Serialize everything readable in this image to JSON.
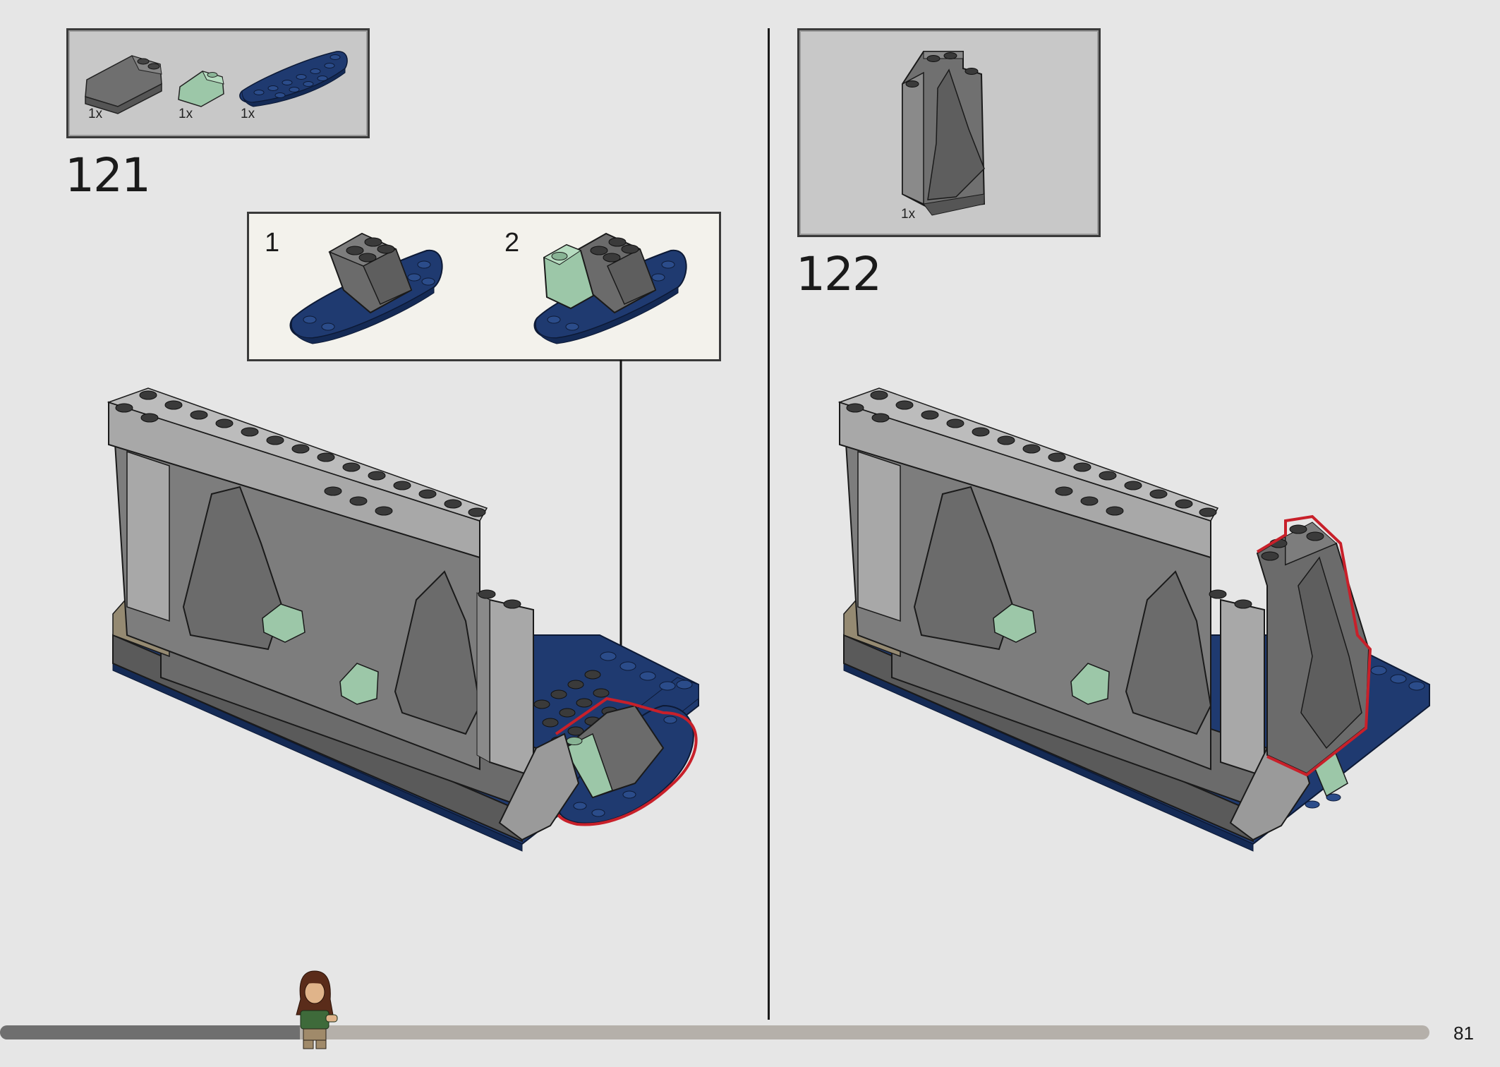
{
  "page": {
    "number": "81"
  },
  "steps": [
    {
      "number": "121",
      "parts": [
        {
          "icon": "gray-slope-brick-icon",
          "qty": "1x"
        },
        {
          "icon": "sand-green-slope-icon",
          "qty": "1x"
        },
        {
          "icon": "dark-blue-wedge-plate-icon",
          "qty": "1x"
        }
      ],
      "substeps": [
        "1",
        "2"
      ]
    },
    {
      "number": "122",
      "parts": [
        {
          "icon": "gray-rock-panel-icon",
          "qty": "1x"
        }
      ]
    }
  ],
  "colors": {
    "background": "#e6e6e6",
    "highlight": "#c8202a",
    "dark_blue": "#1f3a70",
    "sand_green": "#9cc7a8",
    "dark_gray": "#6b6b6b",
    "light_gray": "#a8a8a8",
    "progress_filled": "#6f6f6f",
    "progress_track": "#b5b0aa"
  },
  "progress": {
    "fraction": 0.21
  }
}
